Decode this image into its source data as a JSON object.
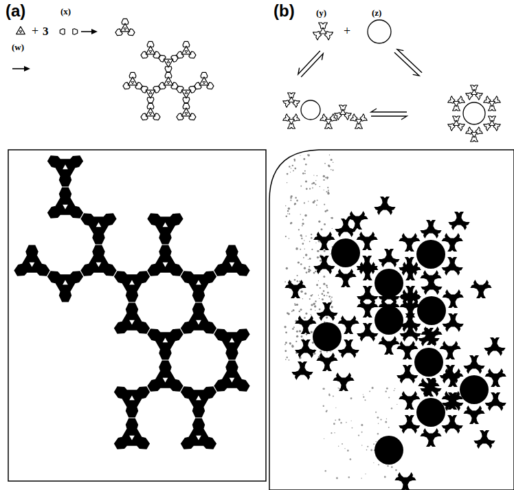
{
  "diagram": {
    "labels": [
      "(a)",
      "(w)",
      "+",
      "3",
      "(x)",
      "(b)",
      "(y)",
      "+",
      "(z)"
    ]
  }
}
